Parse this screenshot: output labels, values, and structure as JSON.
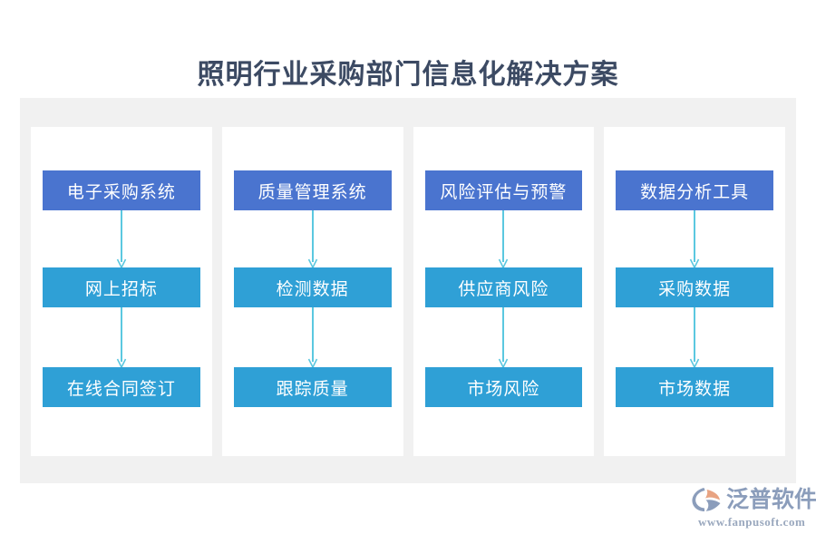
{
  "title": "照明行业采购部门信息化解决方案",
  "colors": {
    "title_text": "#3c4a63",
    "panel_background": "#f1f1f1",
    "card_background": "#ffffff",
    "header_box": "#4a74cf",
    "sub_box": "#2fa0d6",
    "arrow": "#5bc8e0",
    "logo_text": "#8b9dbb",
    "logo_mark_accent": "#e8a382"
  },
  "diagram": {
    "type": "flow-columns",
    "columns": [
      {
        "id": "column-1",
        "nodes": [
          {
            "label": "电子采购系统",
            "level": 0
          },
          {
            "label": "网上招标",
            "level": 1
          },
          {
            "label": "在线合同签订",
            "level": 2
          }
        ]
      },
      {
        "id": "column-2",
        "nodes": [
          {
            "label": "质量管理系统",
            "level": 0
          },
          {
            "label": "检测数据",
            "level": 1
          },
          {
            "label": "跟踪质量",
            "level": 2
          }
        ]
      },
      {
        "id": "column-3",
        "nodes": [
          {
            "label": "风险评估与预警",
            "level": 0
          },
          {
            "label": "供应商风险",
            "level": 1
          },
          {
            "label": "市场风险",
            "level": 2
          }
        ]
      },
      {
        "id": "column-4",
        "nodes": [
          {
            "label": "数据分析工具",
            "level": 0
          },
          {
            "label": "采购数据",
            "level": 1
          },
          {
            "label": "市场数据",
            "level": 2
          }
        ]
      }
    ]
  },
  "logo": {
    "brand": "泛普软件",
    "url": "www.fanpusoft.com",
    "mark": "fanpu-swoosh-logo"
  }
}
